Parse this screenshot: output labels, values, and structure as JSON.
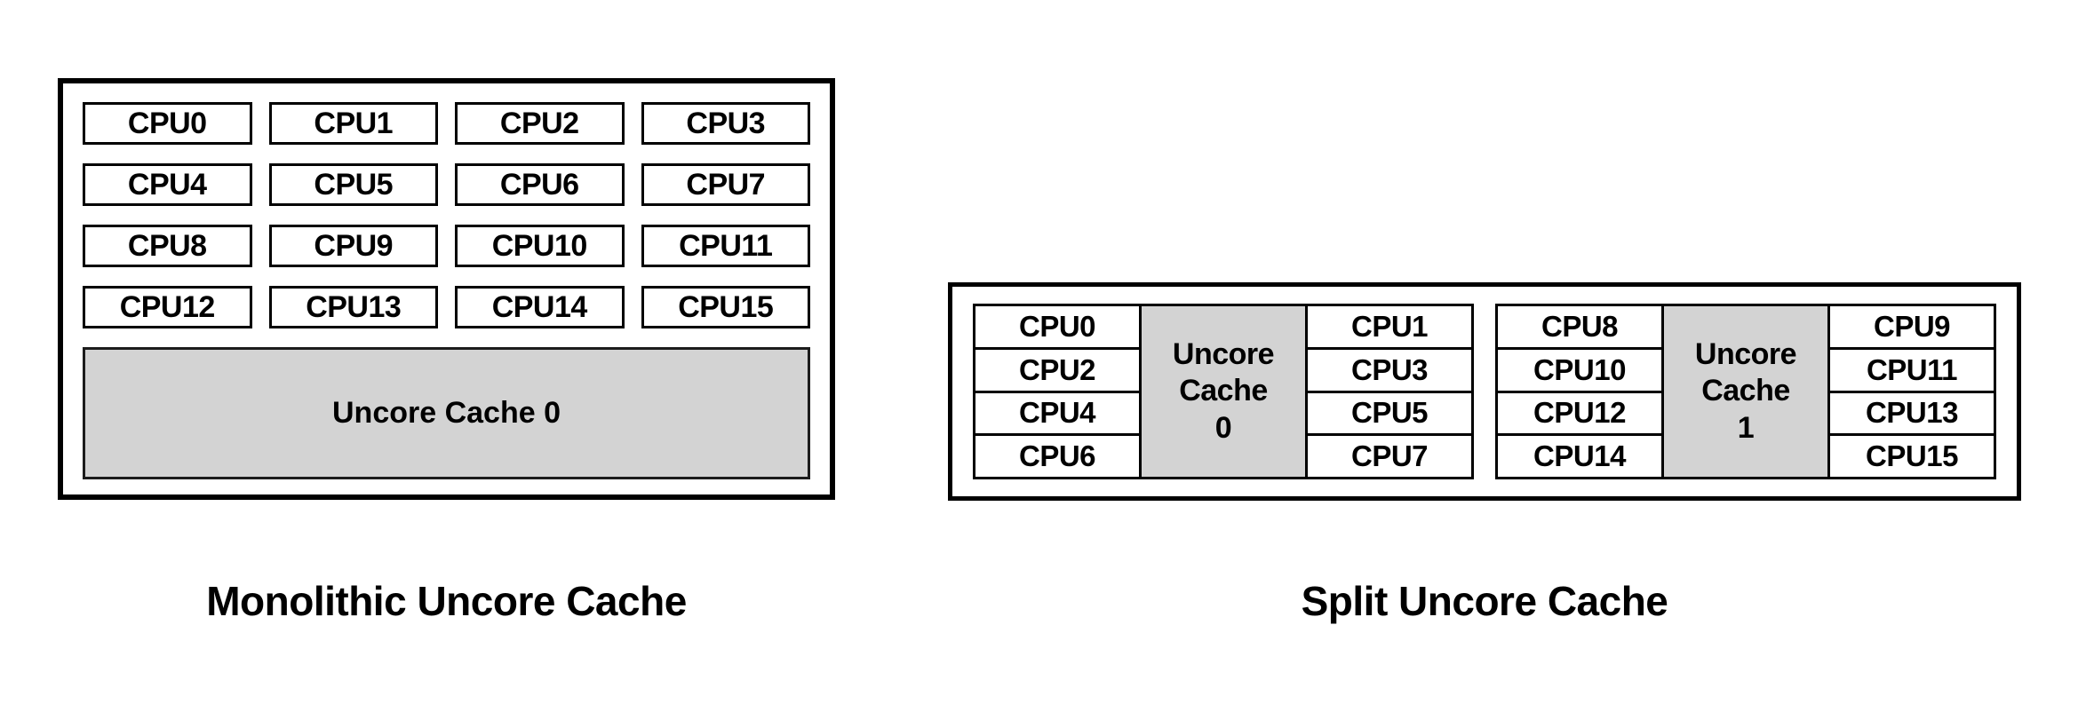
{
  "diagrams": {
    "monolithic": {
      "caption": "Monolithic Uncore Cache",
      "cpus": [
        "CPU0",
        "CPU1",
        "CPU2",
        "CPU3",
        "CPU4",
        "CPU5",
        "CPU6",
        "CPU7",
        "CPU8",
        "CPU9",
        "CPU10",
        "CPU11",
        "CPU12",
        "CPU13",
        "CPU14",
        "CPU15"
      ],
      "cache_label": "Uncore Cache 0"
    },
    "split": {
      "caption": "Split Uncore Cache",
      "clusters": [
        {
          "left_cpus": [
            "CPU0",
            "CPU2",
            "CPU4",
            "CPU6"
          ],
          "cache_lines": [
            "Uncore",
            "Cache",
            "0"
          ],
          "right_cpus": [
            "CPU1",
            "CPU3",
            "CPU5",
            "CPU7"
          ]
        },
        {
          "left_cpus": [
            "CPU8",
            "CPU10",
            "CPU12",
            "CPU14"
          ],
          "cache_lines": [
            "Uncore",
            "Cache",
            "1"
          ],
          "right_cpus": [
            "CPU9",
            "CPU11",
            "CPU13",
            "CPU15"
          ]
        }
      ]
    }
  },
  "colors": {
    "cache_fill": "#d3d3d3",
    "border": "#000000",
    "text": "#000000",
    "background": "#ffffff"
  }
}
